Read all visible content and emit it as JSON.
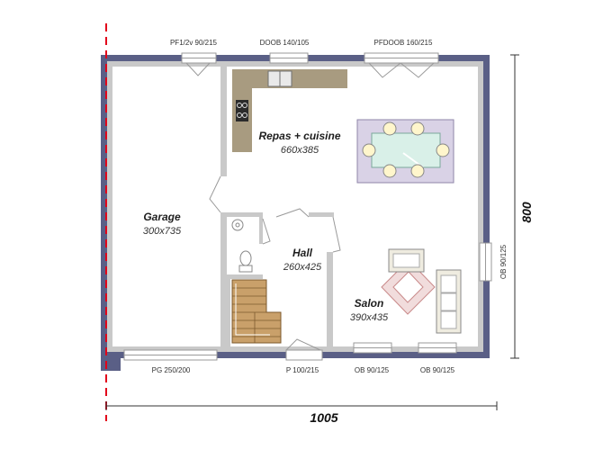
{
  "openings": {
    "pf_top": "PF1/2v 90/215",
    "doob_top": "DOOB 140/105",
    "pfdoob_top": "PFDOOB 160/215",
    "ob_right": "OB 90/125",
    "pg_bottom": "PG 250/200",
    "p_bottom": "P 100/215",
    "ob_bottom_1": "OB 90/125",
    "ob_bottom_2": "OB 90/125"
  },
  "rooms": {
    "repas": {
      "name": "Repas + cuisine",
      "dims": "660x385"
    },
    "garage": {
      "name": "Garage",
      "dims": "300x735"
    },
    "hall": {
      "name": "Hall",
      "dims": "260x425"
    },
    "salon": {
      "name": "Salon",
      "dims": "390x435"
    }
  },
  "dimensions": {
    "width": "1005",
    "height": "800"
  },
  "colors": {
    "outer_wall": "#5a5f86",
    "inner_wall": "#c9c9c9",
    "dashed_line": "#e2001a",
    "table_fill": "#d9d2e6",
    "rug_fill": "#f1dcdc",
    "sofa_fill": "#efece0",
    "stairs_fill": "#c9a06a",
    "counter_fill": "#a89b80"
  }
}
